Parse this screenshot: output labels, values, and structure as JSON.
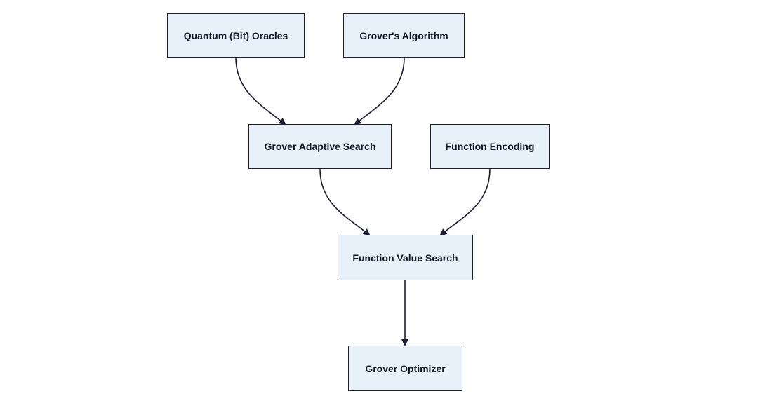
{
  "diagram": {
    "colors": {
      "node_fill": "#e8f0fa",
      "node_border": "#1f1f2e",
      "edge": "#1a1a33",
      "text": "#111827"
    },
    "nodes": {
      "quantum_bit_oracles": "Quantum (Bit) Oracles",
      "grovers_algorithm": "Grover's Algorithm",
      "grover_adaptive_search": "Grover Adaptive Search",
      "function_encoding": "Function Encoding",
      "function_value_search": "Function Value Search",
      "grover_optimizer": "Grover Optimizer"
    },
    "edges": [
      {
        "from": "quantum_bit_oracles",
        "to": "grover_adaptive_search"
      },
      {
        "from": "grovers_algorithm",
        "to": "grover_adaptive_search"
      },
      {
        "from": "grover_adaptive_search",
        "to": "function_value_search"
      },
      {
        "from": "function_encoding",
        "to": "function_value_search"
      },
      {
        "from": "function_value_search",
        "to": "grover_optimizer"
      }
    ]
  }
}
